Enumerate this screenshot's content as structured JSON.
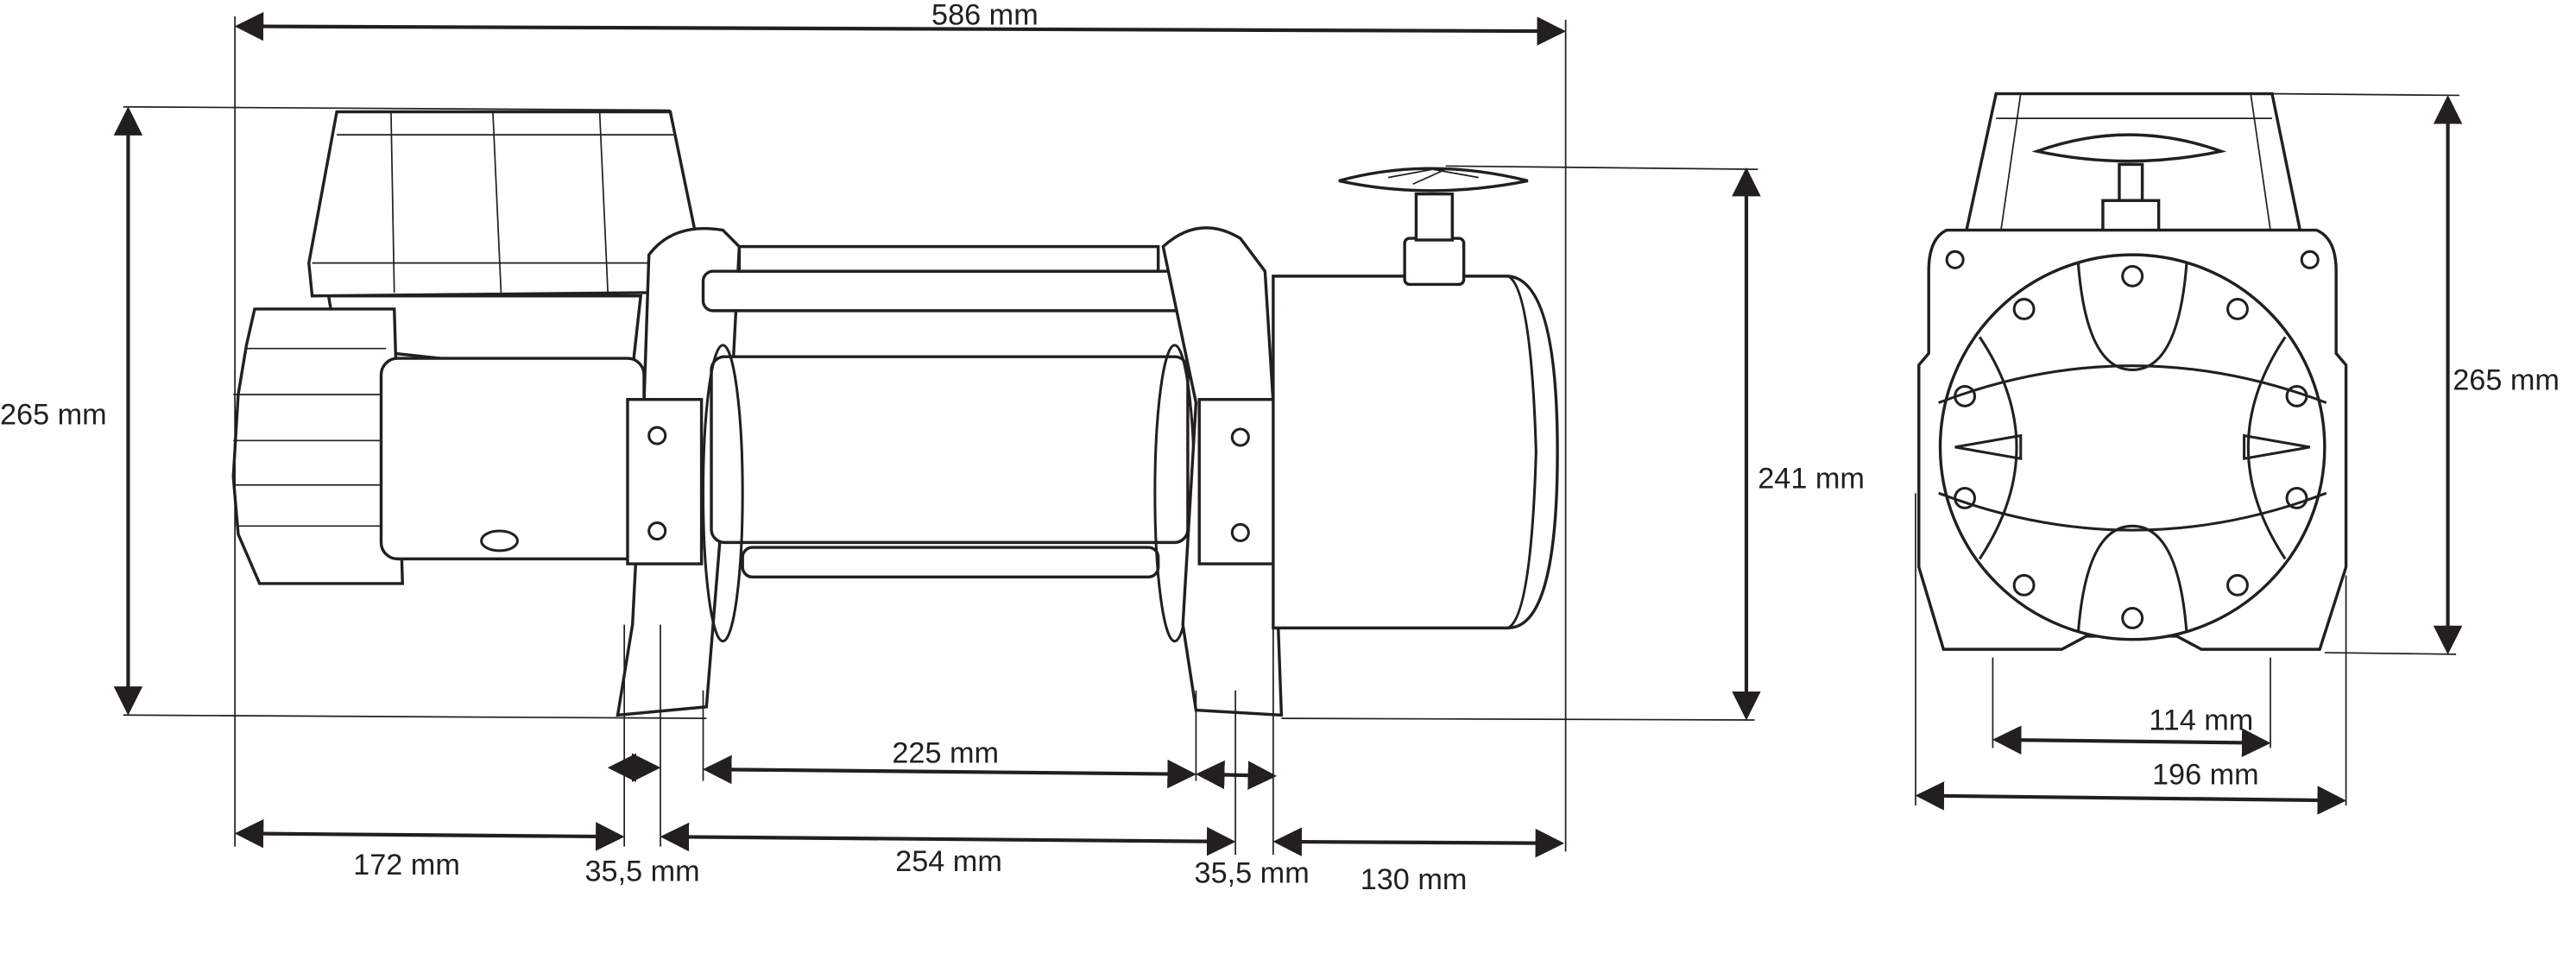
{
  "side_view": {
    "overall_length": "586 mm",
    "overall_height": "265 mm",
    "motor_height": "241 mm",
    "drum_length": "225 mm",
    "gearbox_length": "172 mm",
    "left_flange": "35,5 mm",
    "flange_spacing": "254 mm",
    "right_flange": "35,5 mm",
    "motor_length": "130 mm"
  },
  "end_view": {
    "height": "265 mm",
    "mount_spacing": "114 mm",
    "width": "196 mm"
  }
}
